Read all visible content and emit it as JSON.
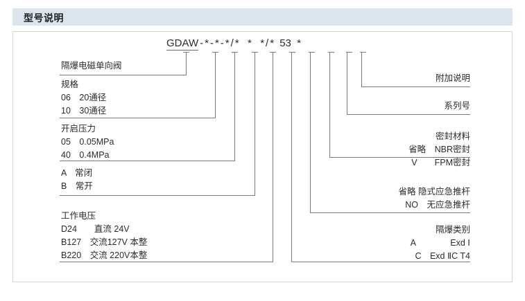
{
  "header": {
    "title": "型号说明"
  },
  "model": {
    "prefix": "GDAW",
    "tokens": [
      "-",
      "*",
      "-",
      "*",
      "-",
      "*",
      "/",
      "*",
      " ",
      "*",
      " ",
      "*",
      "/",
      "*",
      " ",
      "53",
      " ",
      "*"
    ],
    "full_code": "GDAW-*-*-*/*  *  */* 53 *",
    "series_digits": "53"
  },
  "left_labels": [
    {
      "id": "product-name",
      "rows": [
        "隔爆电磁单向阀"
      ]
    },
    {
      "id": "specification",
      "rows": [
        "规格",
        "06　20通径",
        "10　30通径"
      ]
    },
    {
      "id": "cracking-pressure",
      "rows": [
        "开启压力",
        "05　0.05MPa",
        "40　0.4MPa"
      ]
    },
    {
      "id": "valve-function",
      "rows": [
        "A　常闭",
        "B　常开"
      ]
    },
    {
      "id": "working-voltage",
      "rows": [
        "工作电压",
        "D24　　直流 24V",
        "B127　交流127V 本整",
        "B220　交流 220V本整"
      ]
    }
  ],
  "right_labels": [
    {
      "id": "additional-note",
      "rows": [
        "附加说明"
      ]
    },
    {
      "id": "series-number",
      "rows": [
        "系列号"
      ]
    },
    {
      "id": "seal-material",
      "rows": [
        "密封材料",
        "省略　NBR密封",
        "V　　FPM密封"
      ]
    },
    {
      "id": "emergency-push-rod",
      "rows": [
        "省略 隐式应急推杆",
        "NO　无应急推杆"
      ]
    },
    {
      "id": "explosion-proof-class",
      "rows": [
        "隔爆类别",
        "A　　　　Exd Ⅰ",
        "C　Exd ⅡC T4"
      ]
    }
  ],
  "colors": {
    "header_bg": "#dce4ee",
    "header_text": "#222222",
    "frame_border": "#d4d4d4",
    "line": "#7a7a7a",
    "text": "#2b2b2b",
    "page_bg": "#ffffff"
  }
}
